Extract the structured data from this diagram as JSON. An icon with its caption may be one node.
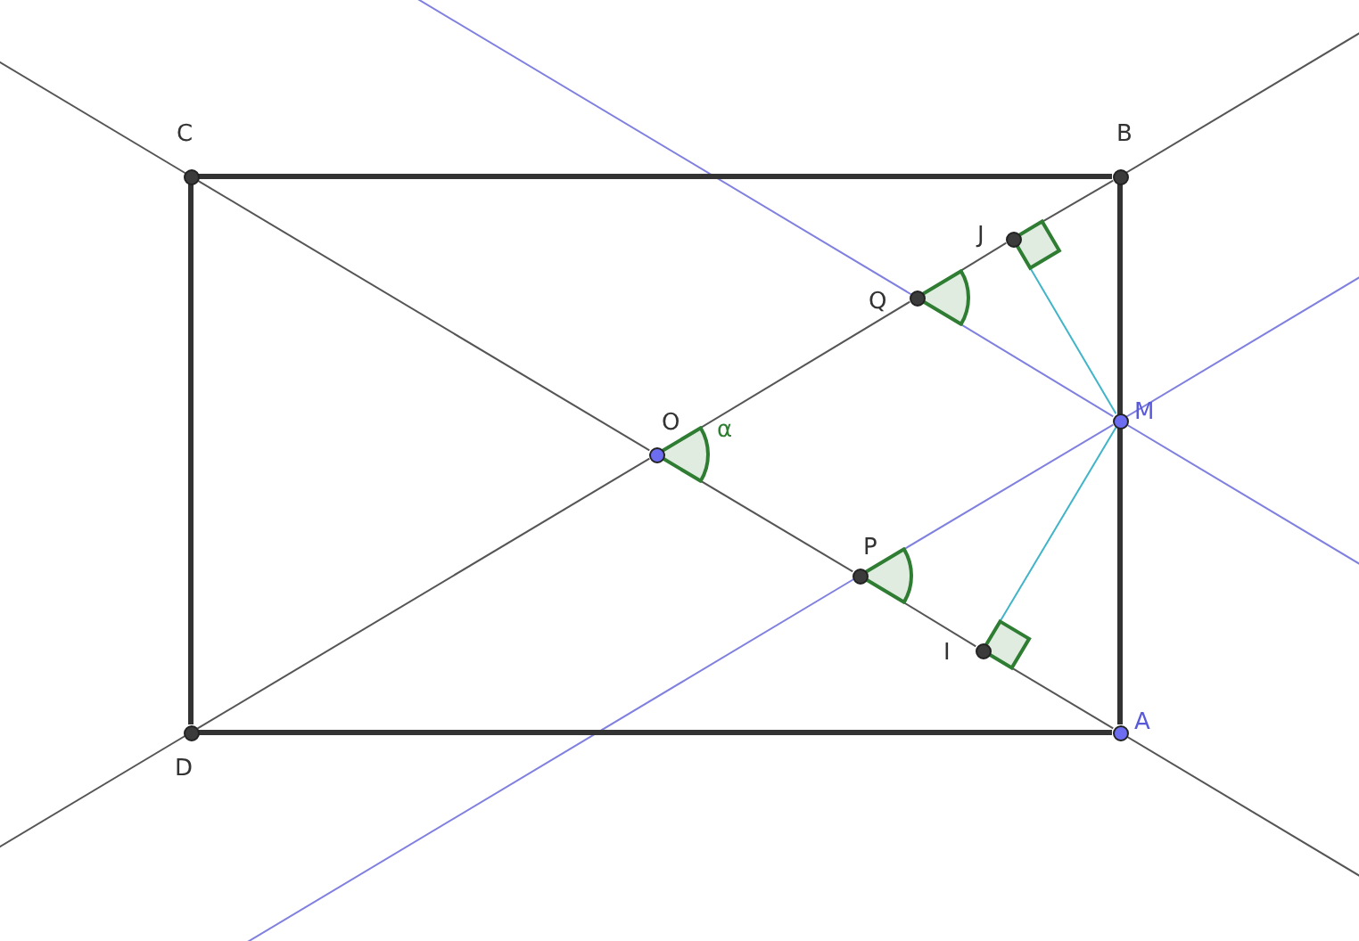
{
  "diagram": {
    "nodes": [
      {
        "text": [
          "C"
        ]
      },
      {
        "text": [
          "B"
        ]
      },
      {
        "text": [
          "J"
        ]
      },
      {
        "text": [
          "Q"
        ]
      },
      {
        "text": [
          "O"
        ]
      },
      {
        "text": [
          "M"
        ]
      },
      {
        "text": [
          "P"
        ]
      },
      {
        "text": [
          "I"
        ]
      },
      {
        "text": [
          "D"
        ]
      },
      {
        "text": [
          "A"
        ]
      }
    ],
    "edges": [
      {
        "from": 0,
        "to": 1,
        "arrow": "none",
        "style": "thick"
      },
      {
        "from": 1,
        "to": 9,
        "arrow": "none",
        "style": "thick"
      },
      {
        "from": 9,
        "to": 8,
        "arrow": "none",
        "style": "thick"
      },
      {
        "from": 8,
        "to": 0,
        "arrow": "none",
        "style": "thick"
      },
      {
        "from": 0,
        "to": 4,
        "arrow": "none"
      },
      {
        "from": 4,
        "to": 6,
        "arrow": "none"
      },
      {
        "from": 6,
        "to": 7,
        "arrow": "none"
      },
      {
        "from": 7,
        "to": 9,
        "arrow": "none"
      },
      {
        "from": 8,
        "to": 4,
        "arrow": "none"
      },
      {
        "from": 4,
        "to": 3,
        "arrow": "none"
      },
      {
        "from": 3,
        "to": 2,
        "arrow": "none"
      },
      {
        "from": 2,
        "to": 1,
        "arrow": "none"
      },
      {
        "from": 3,
        "to": 5,
        "arrow": "none",
        "color": "#8080e0"
      },
      {
        "from": 6,
        "to": 5,
        "arrow": "none",
        "color": "#8080e0"
      },
      {
        "from": 5,
        "to": 2,
        "arrow": "none",
        "color": "#40b4c8"
      },
      {
        "from": 5,
        "to": 7,
        "arrow": "none",
        "color": "#40b4c8"
      }
    ],
    "labels": [
      "α"
    ]
  }
}
